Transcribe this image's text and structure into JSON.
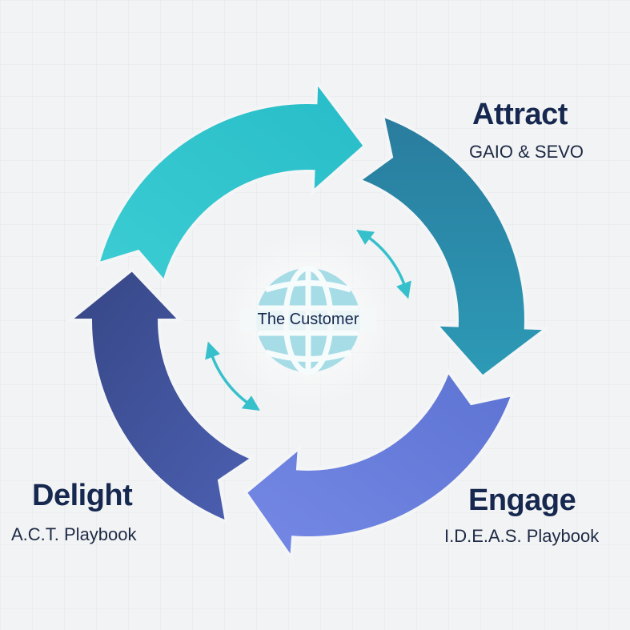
{
  "center": {
    "label": "The Customer",
    "icon": "globe-icon"
  },
  "stages": [
    {
      "title": "Attract",
      "subtitle": "GAIO & SEVO",
      "color": "#2b8fae"
    },
    {
      "title": "Engage",
      "subtitle": "I.D.E.A.S. Playbook",
      "color": "#6a80dd"
    },
    {
      "title": "Delight",
      "subtitle": "A.C.T. Playbook",
      "color": "#3e4f98"
    }
  ],
  "colors": {
    "teal": "#33c4cc",
    "dark_teal": "#2b8fae",
    "periwinkle": "#6a80dd",
    "navy": "#3e4f98",
    "text": "#16284f"
  }
}
